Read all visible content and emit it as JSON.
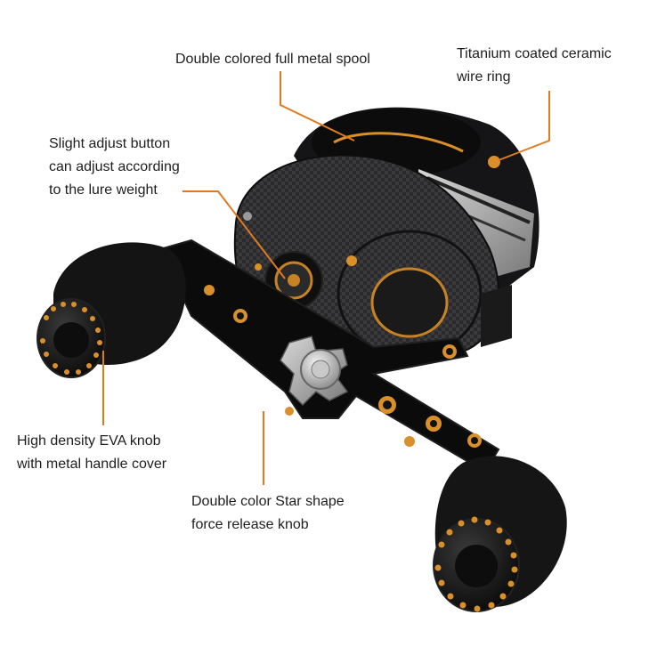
{
  "labels": {
    "spool": {
      "lines": [
        "Double colored full metal spool"
      ]
    },
    "ring": {
      "lines": [
        "Titanium coated ceramic",
        "wire ring"
      ]
    },
    "adjust": {
      "lines": [
        "Slight adjust button",
        "can adjust according",
        "to the lure weight"
      ]
    },
    "eva": {
      "lines": [
        "High density EVA knob",
        "with metal handle cover"
      ]
    },
    "star": {
      "lines": [
        "Double color Star shape",
        "force release knob"
      ]
    }
  },
  "colors": {
    "callout_line": "#e07a1f",
    "gold_accent": "#d9902a",
    "reel_body": "#1c1c1e",
    "handle": "#0e0e0e"
  }
}
